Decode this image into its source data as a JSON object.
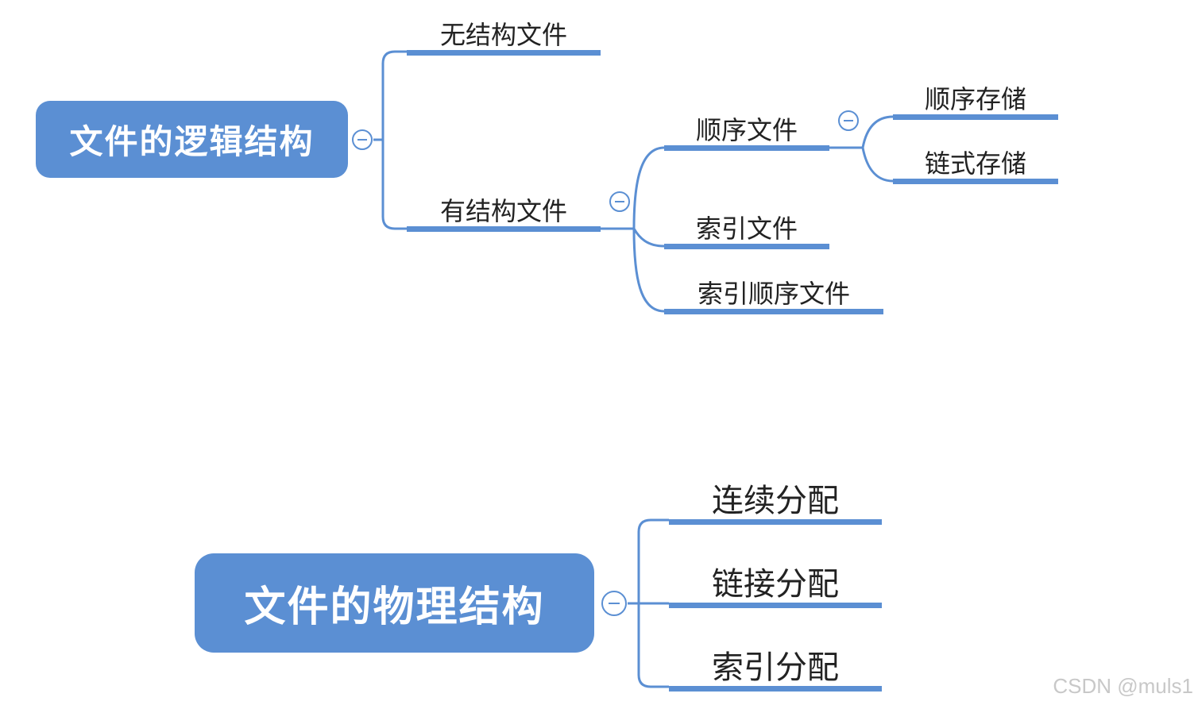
{
  "logical": {
    "root": "文件的逻辑结构",
    "unstructured": "无结构文件",
    "structured": "有结构文件",
    "sequential": "顺序文件",
    "seq_storage": "顺序存储",
    "linked_storage": "链式存储",
    "indexed": "索引文件",
    "indexed_sequential": "索引顺序文件"
  },
  "physical": {
    "root": "文件的物理结构",
    "contiguous": "连续分配",
    "linked": "链接分配",
    "indexed": "索引分配"
  },
  "watermark": "CSDN @muls1",
  "colors": {
    "accent": "#5b8fd3",
    "text": "#222222",
    "watermark": "#c8c8c8"
  },
  "icons": {
    "collapse": "minus-circle-icon"
  }
}
